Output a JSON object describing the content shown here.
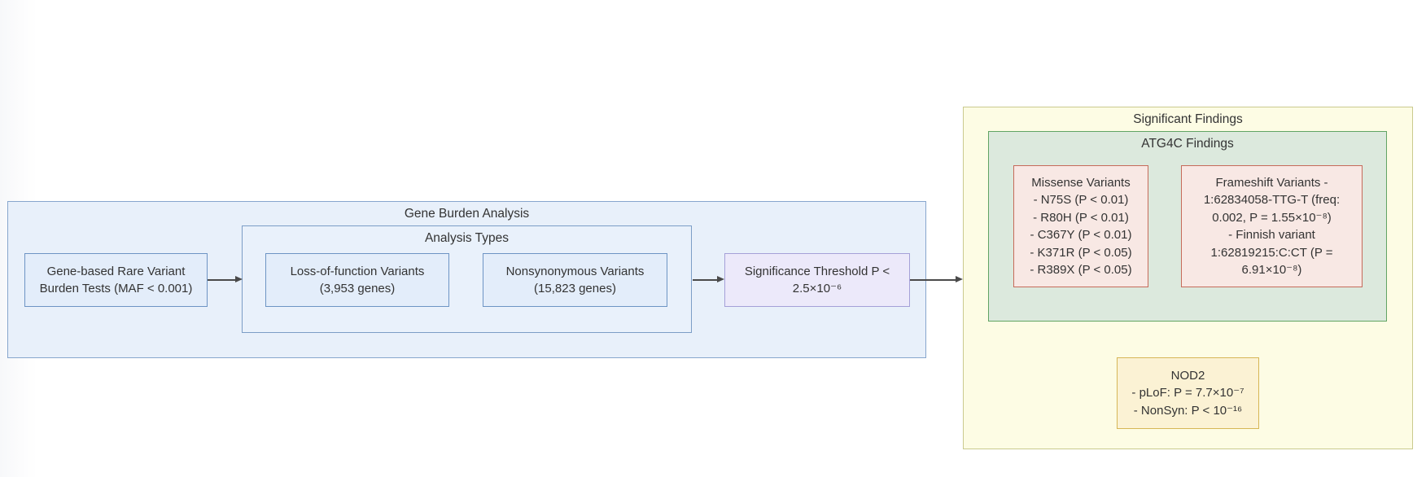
{
  "diagram_type": "flowchart",
  "groups": {
    "gene_burden": {
      "title": "Gene Burden Analysis"
    },
    "analysis_types": {
      "title": "Analysis Types"
    },
    "significant_findings": {
      "title": "Significant Findings"
    },
    "atg4c": {
      "title": "ATG4C Findings"
    }
  },
  "nodes": {
    "burden_tests": {
      "lines": [
        "Gene-based Rare Variant",
        "Burden Tests (MAF < 0.001)"
      ]
    },
    "lof": {
      "lines": [
        "Loss-of-function Variants",
        "(3,953 genes)"
      ]
    },
    "nonsyn": {
      "lines": [
        "Nonsynonymous Variants",
        "(15,823 genes)"
      ]
    },
    "threshold": {
      "lines": [
        "Significance Threshold P <",
        "2.5×10⁻⁶"
      ]
    },
    "missense": {
      "lines": [
        "Missense Variants",
        "- N75S (P < 0.01)",
        "- R80H (P < 0.01)",
        "- C367Y (P < 0.01)",
        "- K371R (P < 0.05)",
        "- R389X (P < 0.05)"
      ]
    },
    "frameshift": {
      "lines": [
        "Frameshift Variants -",
        "1:62834058-TTG-T (freq:",
        "0.002, P = 1.55×10⁻⁸)",
        "- Finnish variant",
        "1:62819215:C:CT (P =",
        "6.91×10⁻⁸)"
      ]
    },
    "nod2": {
      "lines": [
        "NOD2",
        "- pLoF: P = 7.7×10⁻⁷",
        "- NonSyn: P < 10⁻¹⁶"
      ]
    }
  },
  "colors": {
    "group_blue_fill": "#e8f0fa",
    "group_blue_border": "#87a6cd",
    "node_blue_fill": "#e3edfa",
    "node_blue_border": "#6d94c4",
    "node_purple_fill": "#ece9fa",
    "node_purple_border": "#a5a0d8",
    "group_yellow_fill": "#fdfce4",
    "group_yellow_border": "#caca8e",
    "group_green_fill": "#dce9dd",
    "group_green_border": "#61a463",
    "node_pink_fill": "#f8e8e4",
    "node_pink_border": "#c66b5a",
    "node_gold_fill": "#fbf2d4",
    "node_gold_border": "#d6b656",
    "text": "#333333",
    "arrow": "#4a4a4a"
  }
}
